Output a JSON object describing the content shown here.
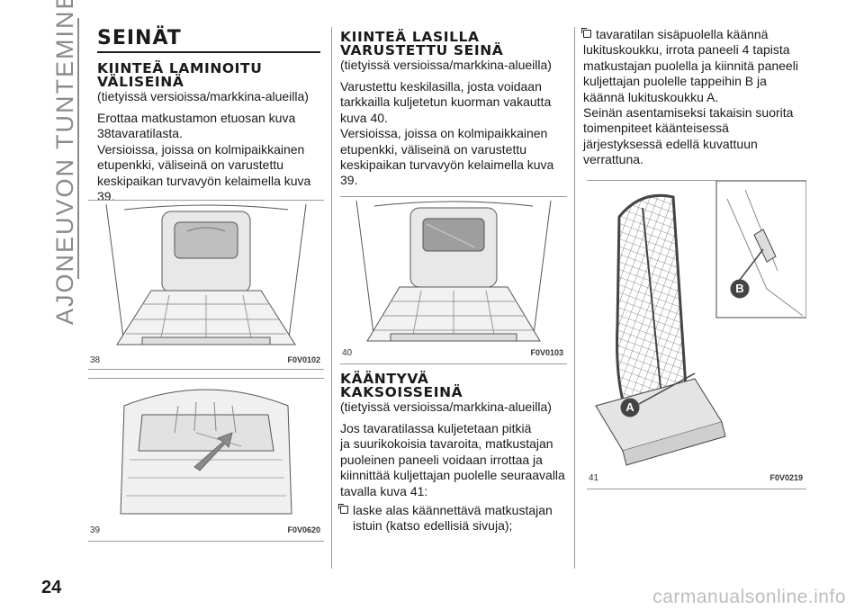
{
  "side_tab": "AJONEUVON TUNTEMINEN",
  "page_number": "24",
  "watermark": "carmanualsonline.info",
  "section_title": "SEINÄT",
  "col1": {
    "heading": "KIINTEÄ LAMINOITU VÄLISEINÄ",
    "heading_lines": [
      "KIINTEÄ LAMINOITU",
      "VÄLISEINÄ"
    ],
    "note": "(tietyissä versioissa/markkina-alueilla)",
    "para1_lines": [
      "Erottaa matkustamon etuosan kuva",
      "38tavaratilasta."
    ],
    "para2_lines": [
      "Versioissa, joissa on kolmipaikkainen",
      "etupenkki, väliseinä on varustettu",
      "keskipaikan turvavyön kelaimella kuva",
      "39."
    ]
  },
  "col2": {
    "heading_lines": [
      "KIINTEÄ LASILLA",
      "VARUSTETTU SEINÄ"
    ],
    "note": "(tietyissä versioissa/markkina-alueilla)",
    "para1_lines": [
      "Varustettu keskilasilla, josta voidaan",
      "tarkkailla kuljetetun kuorman vakautta",
      "kuva 40."
    ],
    "para2_lines": [
      "Versioissa, joissa on kolmipaikkainen",
      "etupenkki, väliseinä on varustettu",
      "keskipaikan turvavyön kelaimella kuva",
      "39."
    ],
    "heading2_lines": [
      "KÄÄNTYVÄ",
      "KAKSOISSEINÄ"
    ],
    "note2": "(tietyissä versioissa/markkina-alueilla)",
    "para3_lines": [
      "Jos tavaratilassa kuljetetaan pitkiä",
      "ja suurikokoisia tavaroita, matkustajan",
      "puoleinen paneeli voidaan irrottaa ja",
      "kiinnittää kuljettajan puolelle seuraavalla",
      "tavalla kuva 41:"
    ],
    "bullet1_lines": [
      "laske alas käännettävä matkustajan",
      "istuin (katso edellisiä sivuja);"
    ]
  },
  "col3": {
    "bullet2_lines": [
      "tavaratilan sisäpuolella käännä",
      "lukituskoukku, irrota paneeli 4 tapista",
      "matkustajan puolella ja kiinnitä paneeli",
      "kuljettajan puolelle tappeihin B ja",
      "käännä lukituskoukku A."
    ],
    "para_lines": [
      "Seinän asentamiseksi takaisin suorita",
      "toimenpiteet käänteisessä",
      "järjestyksessä edellä kuvattuun",
      "verrattuna."
    ]
  },
  "figures": {
    "f38": {
      "number": "38",
      "code": "F0V0102"
    },
    "f39": {
      "number": "39",
      "code": "F0V0620"
    },
    "f40": {
      "number": "40",
      "code": "F0V0103"
    },
    "f41": {
      "number": "41",
      "code": "F0V0219",
      "label_a": "A",
      "label_b": "B"
    }
  }
}
